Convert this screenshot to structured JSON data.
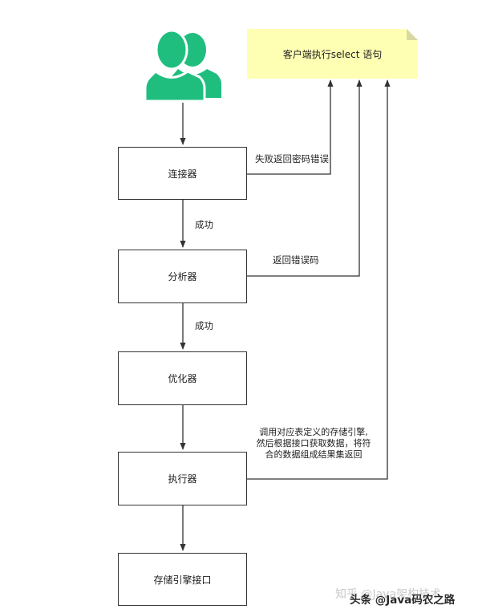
{
  "note": {
    "text": "客户端执行select 语句",
    "color": "#ffffb3"
  },
  "icon": {
    "name": "users-icon",
    "color": "#1fbe7f"
  },
  "boxes": {
    "connector": "连接器",
    "analyzer": "分析器",
    "optimizer": "优化器",
    "executor": "执行器",
    "storage": "存储引擎接口"
  },
  "labels": {
    "success1": "成功",
    "success2": "成功",
    "fail_connector": "失败返回密码错误",
    "error_analyzer": "返回错误码",
    "executor_desc": [
      "调用对应表定义的存储引擎,",
      "然后根据接口获取数据，将符",
      "合的数据组成结果集返回"
    ]
  },
  "watermark": {
    "faint": "知乎 @Java架构技术",
    "bold": "头条 @Java码农之路"
  }
}
